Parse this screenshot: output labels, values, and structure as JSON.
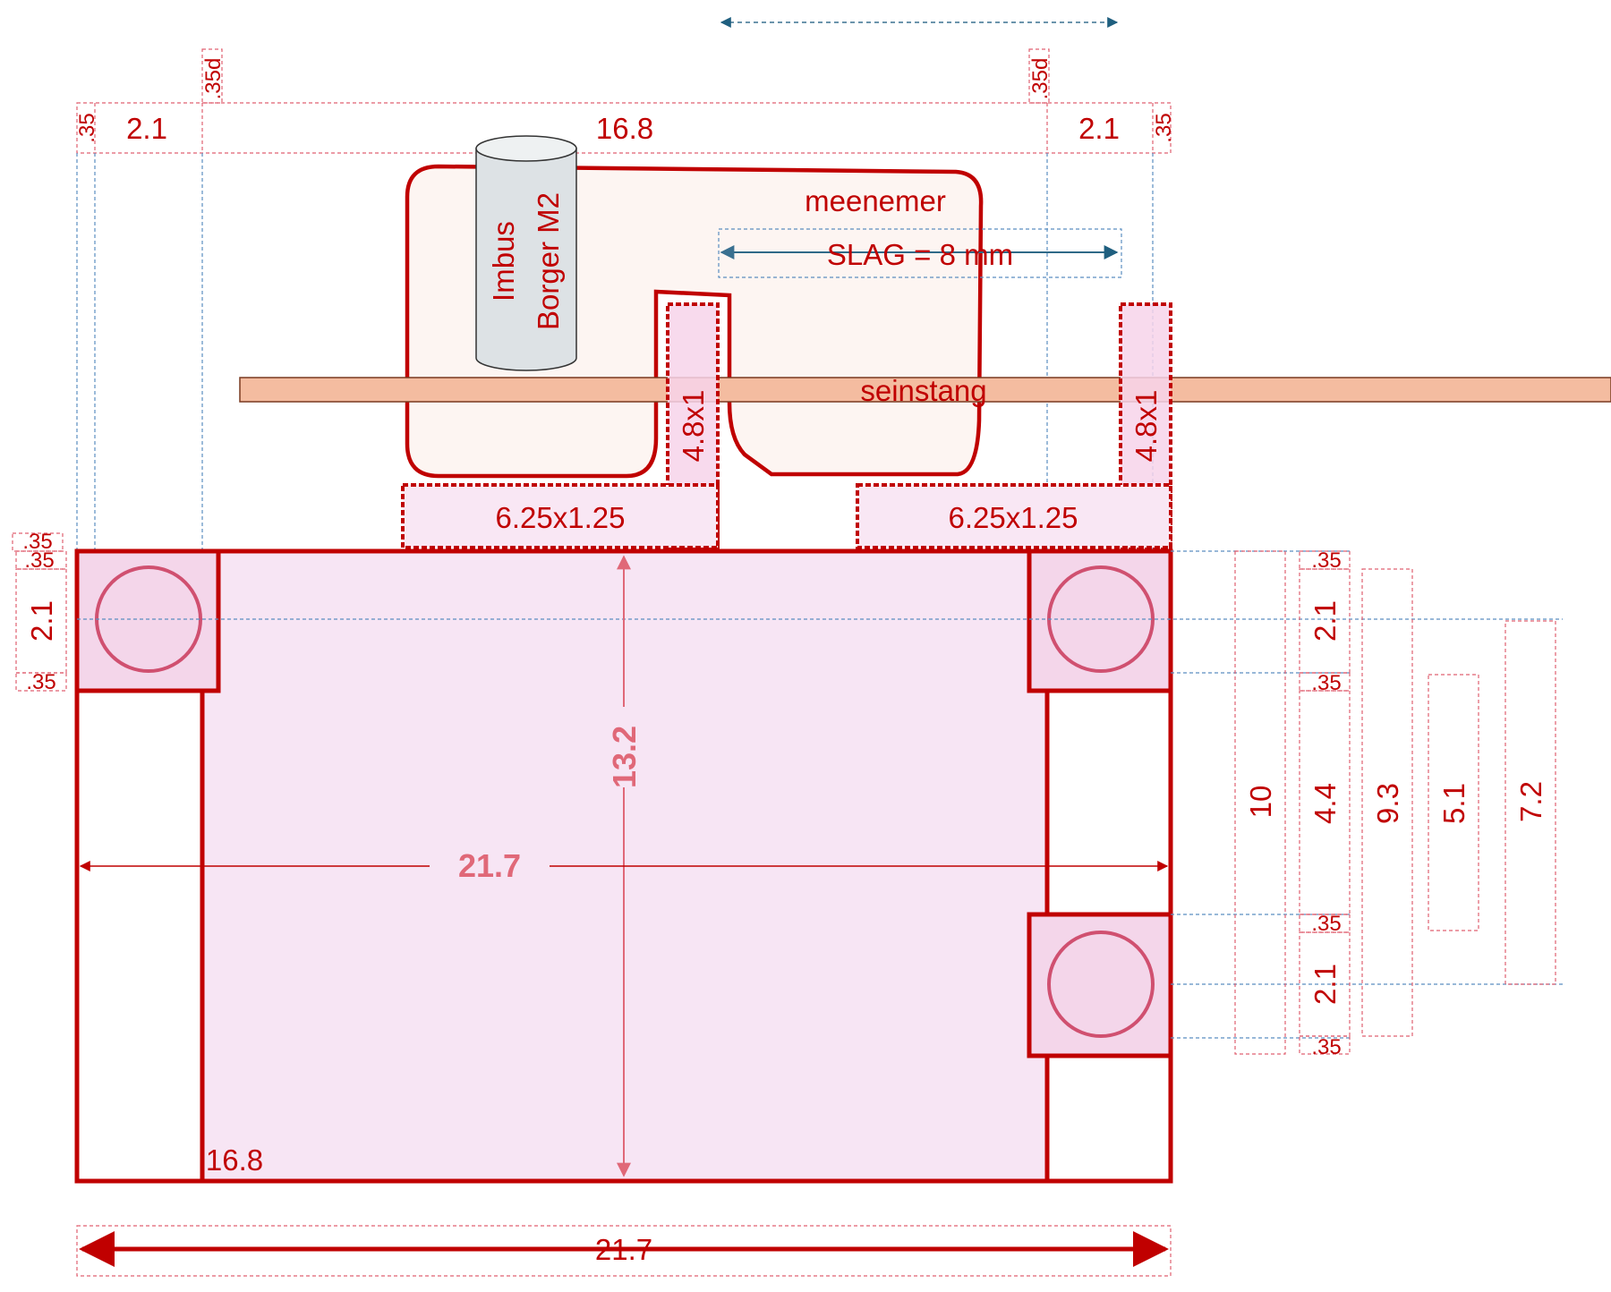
{
  "labels": {
    "meenemer": "meenemer",
    "imbus_line1": "Imbus",
    "imbus_line2": "Borger M2",
    "slag": "SLAG = 8 mm",
    "seinstang": "seinstang",
    "slot_left": "4.8x1",
    "slot_right": "4.8x1",
    "pad_left": "6.25x1.25",
    "pad_right": "6.25x1.25",
    "height": "13.2",
    "width_inner": "21.7",
    "width_bottom": "21.7",
    "inner_width": "16.8"
  },
  "top_dims": {
    "left_35": ".35",
    "left_21": "2.1",
    "left_35d": ".35d",
    "middle_168": "16.8",
    "right_35d": ".35d",
    "right_21": "2.1",
    "right_35": ".35"
  },
  "left_dims": {
    "d1": ".35",
    "d2": ".35",
    "d3": "2.1",
    "d4": ".35"
  },
  "right_dims": {
    "a1": ".35",
    "a2": "2.1",
    "a3": ".35",
    "a4": ".35",
    "a5": "2.1",
    "a6": ".35",
    "v10": "10",
    "v44": "4.4",
    "v93": "9.3",
    "v51": "5.1",
    "v72": "7.2"
  },
  "colors": {
    "outline": "#c00000",
    "fill_pink": "#f7e5f4",
    "rod_fill": "#f4bca0",
    "arrow_blue": "#1f5f7f",
    "dim_pink": "#e06878"
  }
}
